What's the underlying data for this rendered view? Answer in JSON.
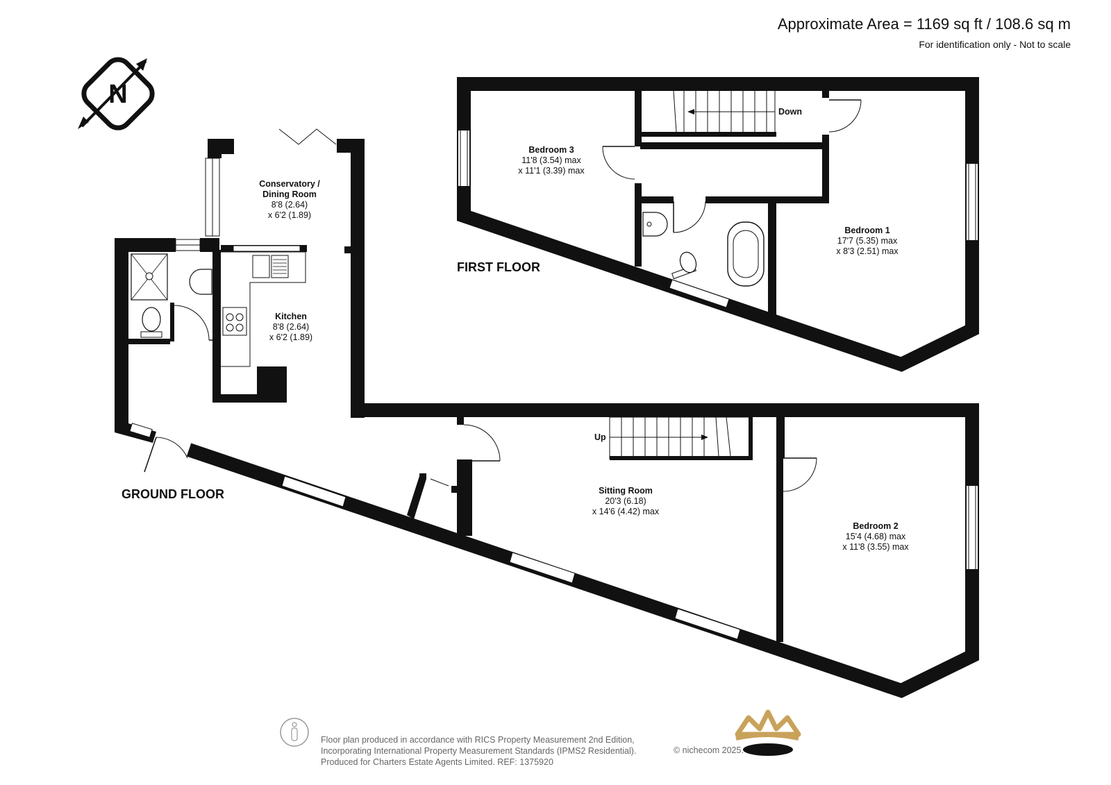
{
  "header": {
    "area": "Approximate Area = 1169 sq ft / 108.6 sq m",
    "note": "For identification only - Not to scale"
  },
  "compass": {
    "letter": "N",
    "icon": "north-arrow-icon"
  },
  "floors": {
    "first": "FIRST FLOOR",
    "ground": "GROUND FLOOR"
  },
  "stairs": {
    "down": "Down",
    "up": "Up"
  },
  "rooms": {
    "bedroom3": {
      "name": "Bedroom 3",
      "dim1": "11'8 (3.54) max",
      "dim2": "x 11'1 (3.39) max"
    },
    "bedroom1": {
      "name": "Bedroom 1",
      "dim1": "17'7 (5.35) max",
      "dim2": "x 8'3 (2.51) max"
    },
    "conservatory": {
      "name1": "Conservatory /",
      "name2": "Dining Room",
      "dim1": "8'8 (2.64)",
      "dim2": "x 6'2 (1.89)"
    },
    "kitchen": {
      "name": "Kitchen",
      "dim1": "8'8 (2.64)",
      "dim2": "x 6'2 (1.89)"
    },
    "sitting": {
      "name": "Sitting Room",
      "dim1": "20'3 (6.18)",
      "dim2": "x 14'6 (4.42) max"
    },
    "bedroom2": {
      "name": "Bedroom 2",
      "dim1": "15'4 (4.68) max",
      "dim2": "x 11'8 (3.55) max"
    }
  },
  "footer": {
    "line1": "Floor plan produced in accordance with RICS Property Measurement 2nd Edition,",
    "line2": "Incorporating International Property Measurement Standards (IPMS2 Residential).",
    "line3": "Produced for Charters Estate Agents Limited.   REF: 1375920",
    "copyright": "© nichecom 2025.",
    "icon": "person-icon",
    "logo": "crown-logo-icon"
  },
  "colors": {
    "wall": "#111111",
    "gold": "#c9a25a",
    "grey": "#777777"
  }
}
